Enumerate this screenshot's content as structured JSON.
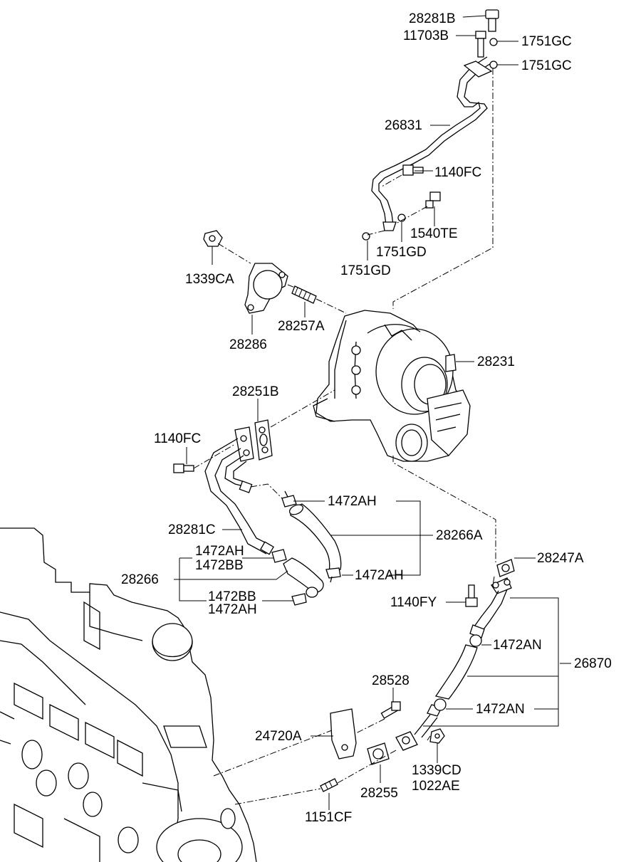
{
  "labels": {
    "p28281B": "28281B",
    "p11703B": "11703B",
    "p1751GC_a": "1751GC",
    "p1751GC_b": "1751GC",
    "p26831": "26831",
    "p1140FC_top": "1140FC",
    "p1540TE": "1540TE",
    "p1751GD_a": "1751GD",
    "p1751GD_b": "1751GD",
    "p1339CA": "1339CA",
    "p28286": "28286",
    "p28257A": "28257A",
    "p28231": "28231",
    "p28251B": "28251B",
    "p1140FC_mid": "1140FC",
    "p1472AH_a": "1472AH",
    "p28281C": "28281C",
    "p28266A": "28266A",
    "p1472AH_b": "1472AH",
    "p1472BB_a": "1472BB",
    "p28266": "28266",
    "p1472AH_c": "1472AH",
    "p1472BB_b": "1472BB",
    "p1472AH_d": "1472AH",
    "p28247A": "28247A",
    "p1140FY": "1140FY",
    "p1472AN_a": "1472AN",
    "p26870": "26870",
    "p28528": "28528",
    "p1472AN_b": "1472AN",
    "p24720A": "24720A",
    "p1339CD": "1339CD",
    "p1022AE": "1022AE",
    "p28255": "28255",
    "p1151CF": "1151CF"
  }
}
